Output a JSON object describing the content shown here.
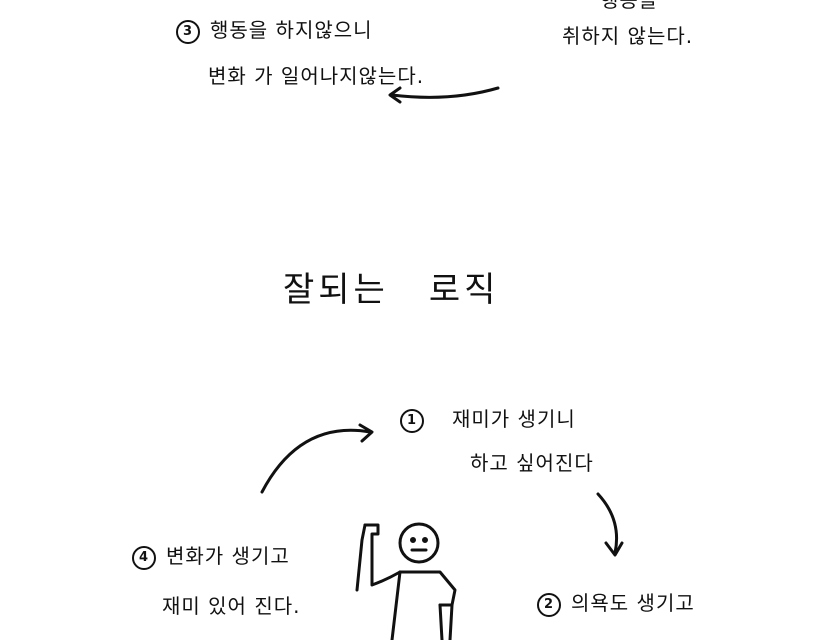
{
  "top": {
    "right_line1_partial": "행동을",
    "right_line2": "취하지 않는다.",
    "step3_number": "3",
    "step3_line1": "행동을 하지않으니",
    "step3_line2": "변화 가 일어나지않는다."
  },
  "section_title": {
    "word1": "잘되는",
    "word2": "로직"
  },
  "cycle": {
    "step1_number": "1",
    "step1_line1": "재미가 생기니",
    "step1_line2": "하고 싶어진다",
    "step2_number": "2",
    "step2_line1": "의욕도 생기고",
    "step4_number": "4",
    "step4_line1": "변화가 생기고",
    "step4_line2": "재미 있어 진다."
  }
}
